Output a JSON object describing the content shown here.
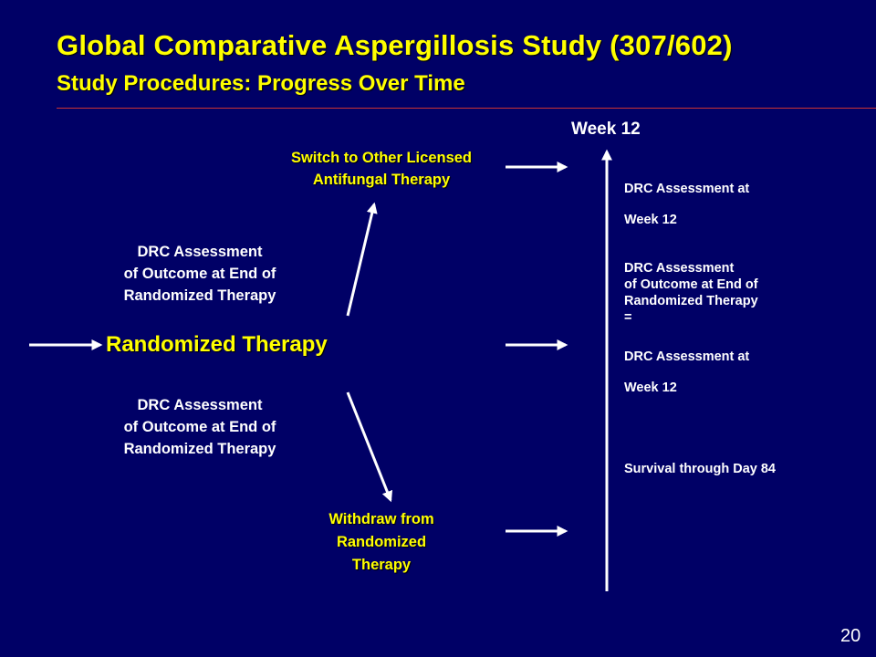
{
  "header": {
    "title": "Global Comparative Aspergillosis Study (307/602)",
    "subtitle": "Study Procedures: Progress Over Time"
  },
  "timeline": {
    "week_label": "Week 12"
  },
  "branches": {
    "randomized_therapy": "Randomized Therapy",
    "switch_therapy": [
      "Switch to Other Licensed",
      "Antifungal Therapy"
    ],
    "withdraw": [
      "Withdraw from",
      "Randomized",
      "Therapy"
    ],
    "drc_end_top": [
      "DRC Assessment",
      "of Outcome at End of",
      "Randomized Therapy"
    ],
    "drc_end_bottom": [
      "DRC Assessment",
      "of Outcome at End of",
      "Randomized Therapy"
    ]
  },
  "outcomes": {
    "switch_outcome": [
      "DRC Assessment at",
      "Week 12"
    ],
    "continue_outcome": [
      "DRC Assessment",
      "of Outcome at End of",
      "Randomized Therapy",
      "="
    ],
    "continue_outcome_tail": [
      "DRC Assessment at",
      "Week 12"
    ],
    "withdraw_outcome": "Survival through Day 84"
  },
  "footer": {
    "page_number": "20"
  },
  "colors": {
    "background": "#000066",
    "highlight_text": "#FFFF00",
    "body_text": "#FFFFFF",
    "rule": "#CC3333"
  }
}
